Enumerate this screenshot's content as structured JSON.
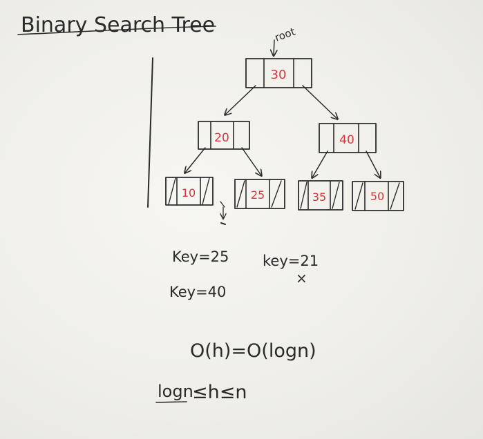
{
  "title": "Binary Search Tree",
  "root_label": "root",
  "tree": {
    "root": "30",
    "level1": [
      "20",
      "40"
    ],
    "level2": [
      "10",
      "25",
      "35",
      "50"
    ]
  },
  "notes": {
    "key_a": "Key=25",
    "key_b": "Key=40",
    "key_c": "key=21",
    "key_c_mark": "×",
    "complexity": "O(h)=O(logn)",
    "bound_left": "logn",
    "bound_rest": "≤h≤n"
  },
  "colors": {
    "ink": "#2b2b2b",
    "key_red": "#d8353f",
    "board": "#f2f1ec"
  }
}
